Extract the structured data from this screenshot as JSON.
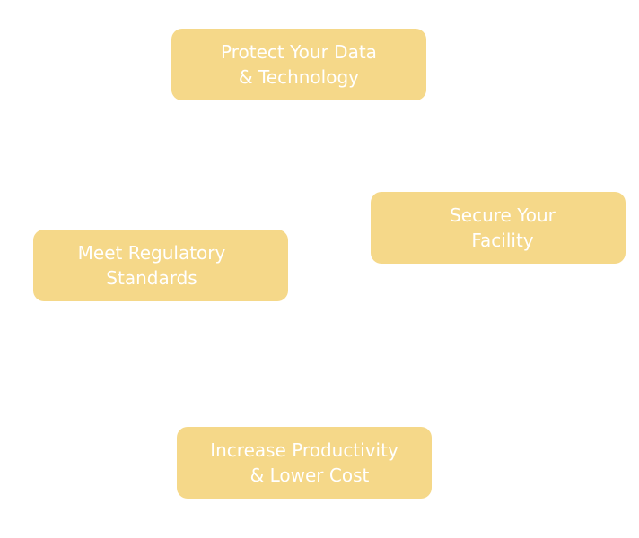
{
  "diagram": {
    "pill_color": "#f5d889",
    "text_color": "#ffffff",
    "nodes": [
      {
        "id": "protect",
        "lines": [
          "Protect Your Data",
          "& Technology"
        ]
      },
      {
        "id": "secure",
        "lines": [
          "Secure Your",
          "Facility"
        ]
      },
      {
        "id": "meet",
        "lines": [
          "Meet Regulatory",
          "Standards"
        ]
      },
      {
        "id": "increase",
        "lines": [
          "Increase Productivity",
          "& Lower Cost"
        ]
      }
    ]
  }
}
